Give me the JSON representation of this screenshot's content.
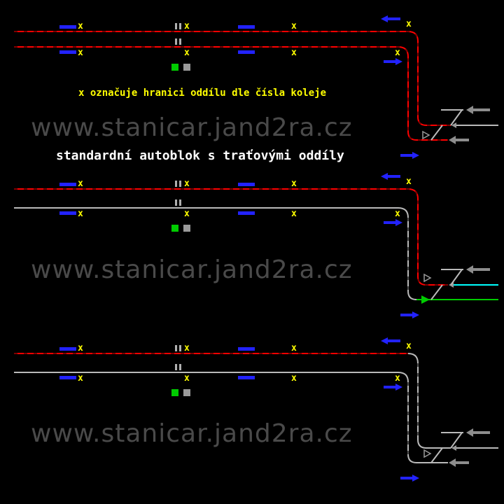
{
  "diagram": {
    "watermark": "www.stanicar.jand2ra.cz",
    "note": "x označuje hranici oddílu dle čísla koleje",
    "title": "standardní autoblok s traťovými oddíly",
    "boundary_label": "x",
    "colors": {
      "background": "#000000",
      "occupied_track_red": "#ff0000",
      "free_track_gray": "#b9b9b9",
      "signal_blue": "#2222ff",
      "boundary_yellow": "#ffff00",
      "route_green": "#00cc00",
      "route_cyan": "#00ffff",
      "junction_gray": "#9a9a9a",
      "note_yellow": "#ffff00",
      "title_white": "#ffffff",
      "watermark_gray": "#4a4a4a"
    },
    "icons": {
      "blue-left-arrow-icon": "◀",
      "blue-right-arrow-icon": "▶",
      "gray-left-arrow-icon": "◀",
      "gray-right-arrow-icon": "▷",
      "route-arrow-icon": "▶",
      "track-end-icon": "◀",
      "signal-bar-icon": "▬",
      "signal-mast-icon": "‖"
    }
  }
}
